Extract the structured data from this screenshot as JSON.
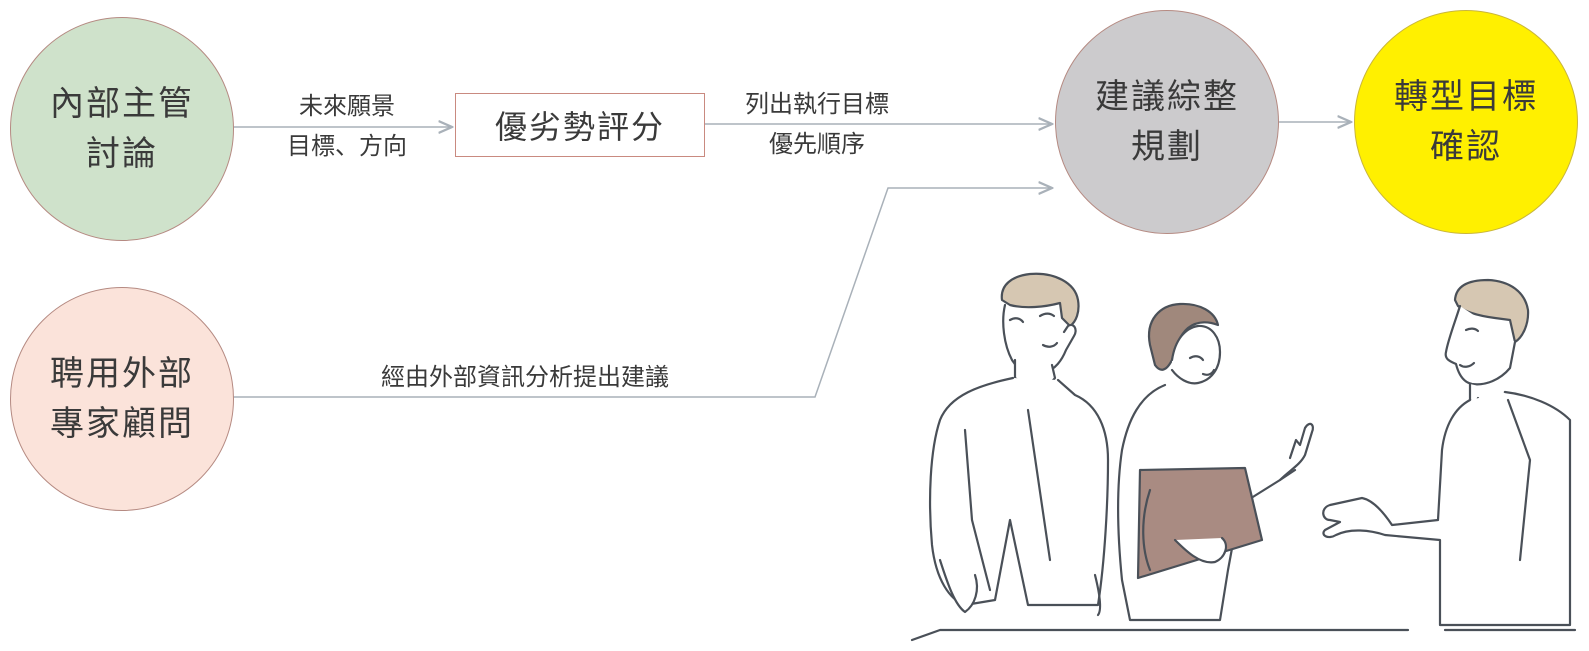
{
  "nodes": {
    "internal": {
      "line1": "內部主管",
      "line2": "討論"
    },
    "expert": {
      "line1": "聘用外部",
      "line2": "專家顧問"
    },
    "plan": {
      "line1": "建議綜整",
      "line2": "規劃"
    },
    "target": {
      "line1": "轉型目標",
      "line2": "確認"
    }
  },
  "box": {
    "label": "優劣勢評分"
  },
  "edges": {
    "vision": {
      "line1": "未來願景",
      "line2": "目標、方向"
    },
    "priority": {
      "line1": "列出執行目標",
      "line2": "優先順序"
    },
    "external": {
      "line1": "經由外部資訊分析提出建議"
    }
  },
  "colors": {
    "internal": "#cfe2cb",
    "expert": "#fbe3da",
    "plan": "#cccbcd",
    "target": "#fff000",
    "arrow": "#a9b1b9"
  },
  "illustration": {
    "name": "business-people-meeting-illustration"
  }
}
